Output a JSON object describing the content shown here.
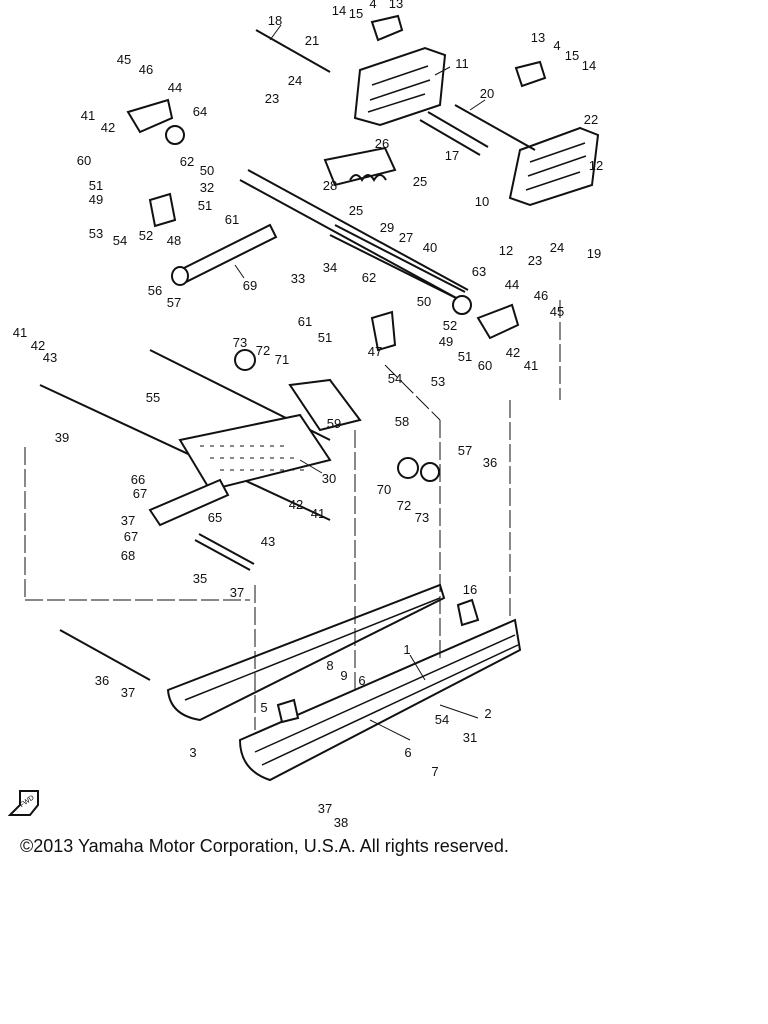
{
  "copyright": "©2013 Yamaha Motor Corporation, U.S.A. All rights reserved.",
  "front_marker": "FWD",
  "callouts": [
    "18",
    "14",
    "15",
    "4",
    "13",
    "21",
    "11",
    "45",
    "46",
    "44",
    "41",
    "42",
    "64",
    "24",
    "23",
    "20",
    "13",
    "4",
    "15",
    "14",
    "22",
    "26",
    "60",
    "62",
    "51",
    "50",
    "49",
    "32",
    "53",
    "54",
    "52",
    "48",
    "51",
    "61",
    "28",
    "25",
    "25",
    "29",
    "27",
    "17",
    "10",
    "12",
    "12",
    "24",
    "23",
    "19",
    "69",
    "33",
    "34",
    "40",
    "62",
    "63",
    "44",
    "46",
    "45",
    "56",
    "57",
    "61",
    "51",
    "50",
    "52",
    "49",
    "47",
    "42",
    "41",
    "51",
    "60",
    "54",
    "53",
    "41",
    "42",
    "43",
    "73",
    "72",
    "71",
    "55",
    "58",
    "59",
    "30",
    "39",
    "70",
    "72",
    "73",
    "57",
    "36",
    "66",
    "67",
    "65",
    "37",
    "67",
    "68",
    "42",
    "41",
    "43",
    "35",
    "37",
    "16",
    "1",
    "2",
    "36",
    "37",
    "8",
    "9",
    "6",
    "5",
    "3",
    "54",
    "31",
    "6",
    "7",
    "37",
    "38"
  ]
}
